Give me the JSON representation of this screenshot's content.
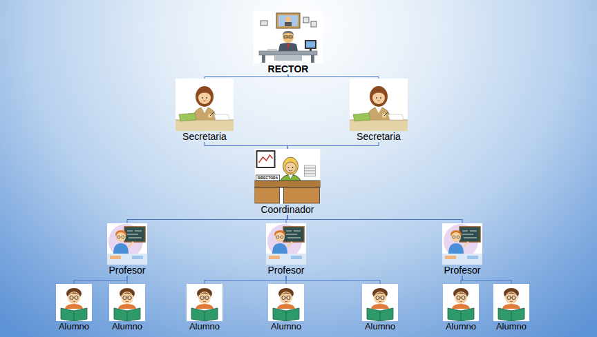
{
  "diagram": {
    "nodes": [
      {
        "text": [
          "RECTOR"
        ]
      },
      {
        "text": [
          "Secretaria"
        ]
      },
      {
        "text": [
          "Secretaria"
        ]
      },
      {
        "text": [
          "Coordinador"
        ]
      },
      {
        "text": [
          "Profesor"
        ]
      },
      {
        "text": [
          "Profesor"
        ]
      },
      {
        "text": [
          "Profesor"
        ]
      },
      {
        "text": [
          "Alumno"
        ]
      },
      {
        "text": [
          "Alumno"
        ]
      },
      {
        "text": [
          "Alumno"
        ]
      },
      {
        "text": [
          "Alumno"
        ]
      },
      {
        "text": [
          "Alumno"
        ]
      },
      {
        "text": [
          "Alumno"
        ]
      },
      {
        "text": [
          "Alumno"
        ]
      }
    ],
    "edges": [
      {
        "from": 0,
        "to": 1,
        "arrow": "none"
      },
      {
        "from": 0,
        "to": 2,
        "arrow": "none"
      },
      {
        "from": 1,
        "to": 3,
        "arrow": "none"
      },
      {
        "from": 2,
        "to": 3,
        "arrow": "none"
      },
      {
        "from": 3,
        "to": 4,
        "arrow": "none"
      },
      {
        "from": 3,
        "to": 5,
        "arrow": "none"
      },
      {
        "from": 3,
        "to": 6,
        "arrow": "none"
      },
      {
        "from": 4,
        "to": 7,
        "arrow": "none"
      },
      {
        "from": 4,
        "to": 8,
        "arrow": "none"
      },
      {
        "from": 5,
        "to": 9,
        "arrow": "none"
      },
      {
        "from": 5,
        "to": 10,
        "arrow": "none"
      },
      {
        "from": 5,
        "to": 11,
        "arrow": "none"
      },
      {
        "from": 6,
        "to": 12,
        "arrow": "none"
      },
      {
        "from": 6,
        "to": 13,
        "arrow": "none"
      }
    ],
    "labels": [
      "DIRECTORA"
    ]
  }
}
